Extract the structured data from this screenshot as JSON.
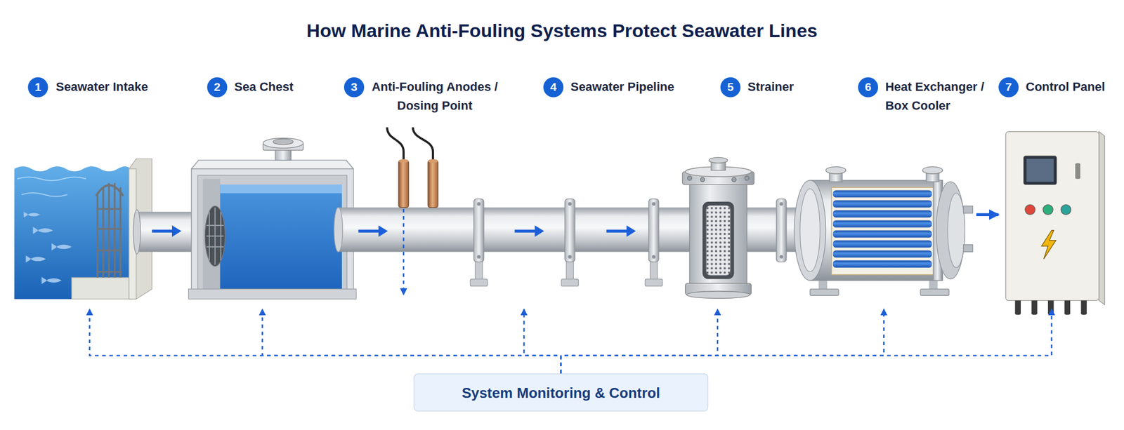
{
  "diagram": {
    "title": "How Marine Anti-Fouling Systems Protect Seawater Lines",
    "nodes": [
      {
        "text": [
          "1",
          "Seawater Intake"
        ]
      },
      {
        "text": [
          "2",
          "Sea Chest"
        ]
      },
      {
        "text": [
          "3",
          "Anti-Fouling Anodes / Dosing Point"
        ]
      },
      {
        "text": [
          "4",
          "Seawater Pipeline"
        ]
      },
      {
        "text": [
          "5",
          "Strainer"
        ]
      },
      {
        "text": [
          "6",
          "Heat Exchanger / Box Cooler"
        ]
      },
      {
        "text": [
          "7",
          "Control Panel"
        ]
      },
      {
        "text": [
          "System Monitoring & Control"
        ]
      }
    ],
    "edges": [
      {
        "from": 5,
        "to": 6,
        "arrow": "to"
      },
      {
        "from": 7,
        "to": 0,
        "arrow": "to"
      },
      {
        "from": 7,
        "to": 1,
        "arrow": "to"
      },
      {
        "from": 7,
        "to": 3,
        "arrow": "to"
      },
      {
        "from": 7,
        "to": 4,
        "arrow": "to"
      },
      {
        "from": 7,
        "to": 5,
        "arrow": "to"
      },
      {
        "from": 7,
        "to": 6,
        "arrow": "to"
      }
    ]
  }
}
